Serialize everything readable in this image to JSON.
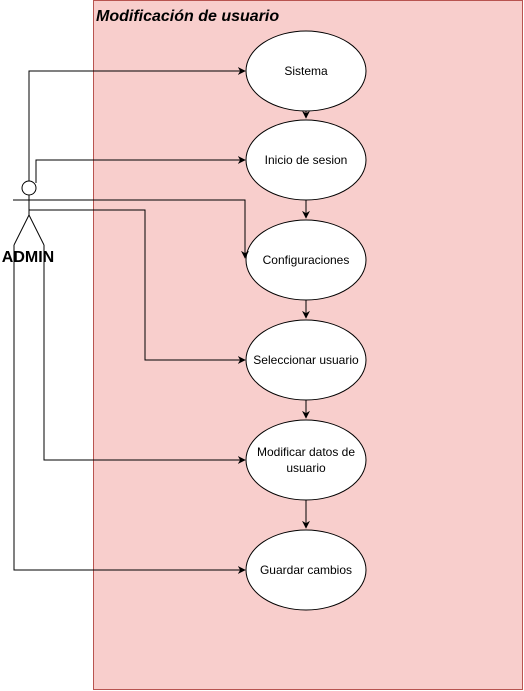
{
  "boundary": {
    "title": "Modificación de usuario",
    "fill": "#f8cecc",
    "stroke": "#b85450"
  },
  "actor": {
    "label": "ADMIN"
  },
  "use_cases": [
    {
      "id": "sistema",
      "lines": [
        "Sistema"
      ]
    },
    {
      "id": "inicio-de-sesion",
      "lines": [
        "Inicio de sesion"
      ]
    },
    {
      "id": "configuraciones",
      "lines": [
        "Configuraciones"
      ]
    },
    {
      "id": "seleccionar-usuario",
      "lines": [
        "Seleccionar usuario"
      ]
    },
    {
      "id": "modificar-datos-de-usuario",
      "lines": [
        "Modificar datos de",
        "usuario"
      ]
    },
    {
      "id": "guardar-cambios",
      "lines": [
        "Guardar cambios"
      ]
    }
  ],
  "colors": {
    "use_case_fill": "#ffffff",
    "line": "#000000"
  }
}
